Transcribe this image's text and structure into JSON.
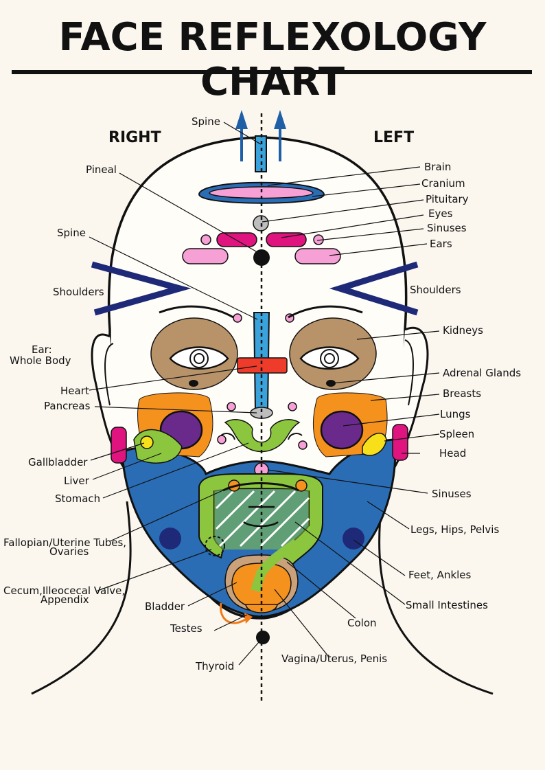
{
  "title": "FACE REFLEXOLOGY CHART",
  "sides": {
    "right": "RIGHT",
    "left": "LEFT"
  },
  "labels": {
    "spine_top": "Spine",
    "pineal": "Pineal",
    "spine": "Spine",
    "shoulders_right": "Shoulders",
    "shoulders_left": "Shoulders",
    "ear_line1": "Ear:",
    "ear_line2": "Whole Body",
    "heart": "Heart",
    "pancreas": "Pancreas",
    "gallbladder": "Gallbladder",
    "liver": "Liver",
    "stomach": "Stomach",
    "fallopian_line1": "Fallopian/Uterine Tubes,",
    "fallopian_line2": "Ovaries",
    "cecum_line1": "Cecum,Illeocecal Valve,",
    "cecum_line2": "Appendix",
    "bladder": "Bladder",
    "testes": "Testes",
    "thyroid": "Thyroid",
    "brain": "Brain",
    "cranium": "Cranium",
    "pituitary": "Pituitary",
    "eyes": "Eyes",
    "sinuses_top": "Sinuses",
    "ears": "Ears",
    "kidneys": "Kidneys",
    "adrenal": "Adrenal Glands",
    "breasts": "Breasts",
    "lungs": "Lungs",
    "spleen": "Spleen",
    "head": "Head",
    "sinuses_chin": "Sinuses",
    "legs": "Legs, Hips, Pelvis",
    "feet": "Feet, Ankles",
    "small_intestines": "Small Intestines",
    "colon": "Colon",
    "vagina": "Vagina/Uterus, Penis"
  },
  "colors": {
    "background": "#fbf7ef",
    "outline": "#111111",
    "blue_zone": "#2a6db5",
    "navy": "#1e2a78",
    "light_blue": "#3ba3dc",
    "pink": "#f6a0d6",
    "magenta": "#e0147f",
    "orange": "#f5921e",
    "purple": "#6a2a8c",
    "green": "#8cc63f",
    "tan": "#b8936a",
    "yellow": "#f7e01a",
    "red": "#ee3b2a",
    "gray": "#bdbdbd",
    "arrow_blue": "#1f5fa8",
    "arrow_orange": "#f07a1a"
  }
}
